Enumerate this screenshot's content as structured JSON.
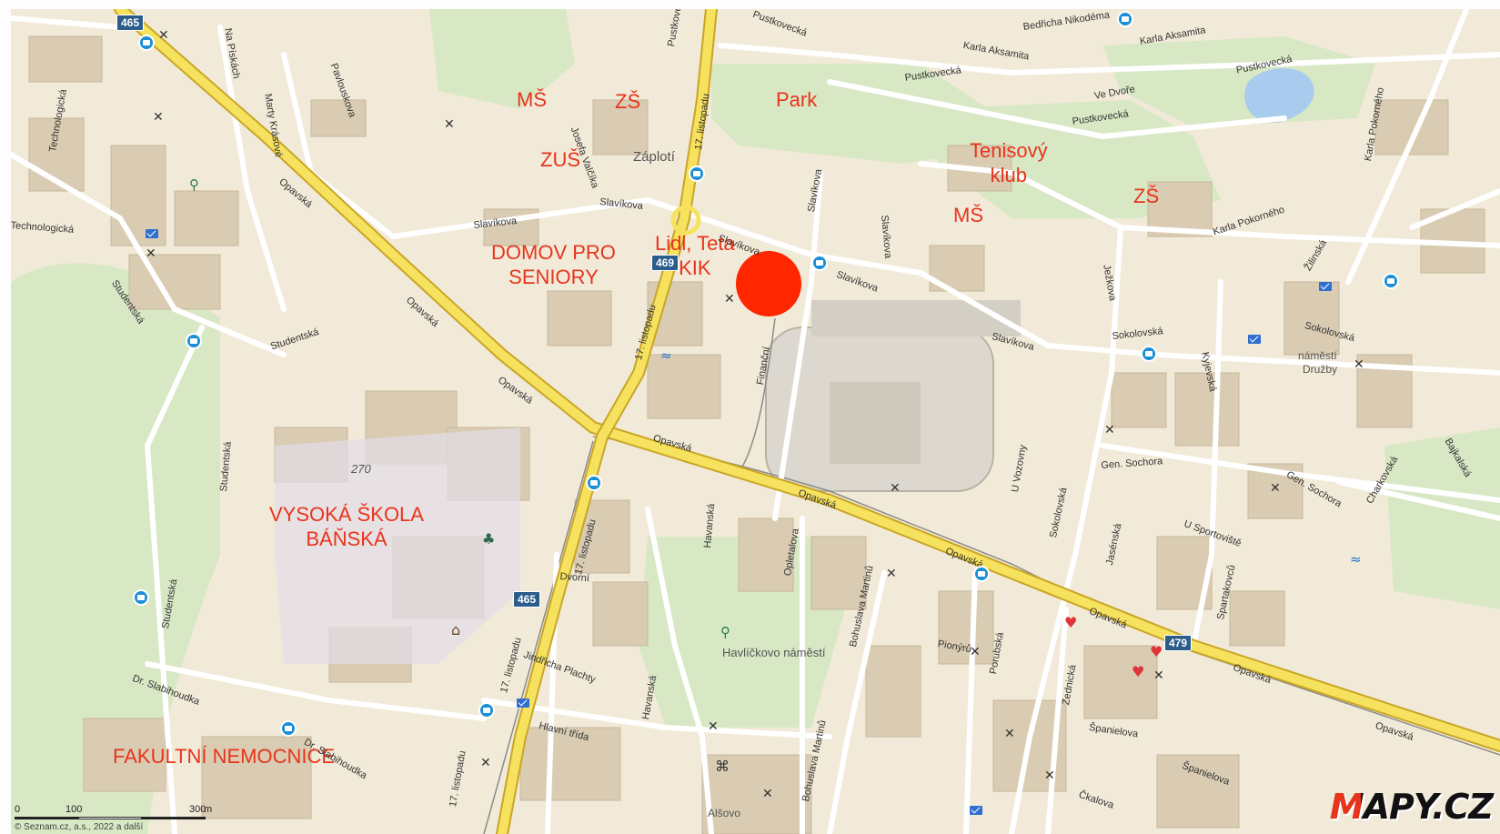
{
  "annotations": {
    "ms_top": "MŠ",
    "zs_top": "ZŠ",
    "zus": "ZUŠ",
    "park": "Park",
    "tenis_line1": "Tenisový",
    "tenis_line2": "klub",
    "ms_right": "MŠ",
    "zs_right": "ZŠ",
    "domov_line1": "DOMOV PRO",
    "domov_line2": "SENIORY",
    "lidl_line1": "Lidl, Teta",
    "lidl_line2": "KIK",
    "vsb_line1": "VYSOKÁ ŠKOLA",
    "vsb_line2": "BÁŇSKÁ",
    "fakultni": "FAKULTNÍ NEMOCNICE"
  },
  "places": {
    "zaploti": "Záplotí",
    "havlickovo": "Havlíčkovo náměstí",
    "namesti_druzby_1": "náměstí",
    "namesti_druzby_2": "Družby",
    "elevation": "270",
    "alsovo": "Alšovo"
  },
  "road_numbers": {
    "r465_top": "465",
    "r469": "469",
    "r465_bottom": "465",
    "r479": "479"
  },
  "streets": {
    "opavska": "Opavská",
    "listopadu": "17. listopadu",
    "slavikova": "Slavíkova",
    "studentska": "Studentská",
    "pustkovecka": "Pustkovecká",
    "karla_aksamita": "Karla Aksamita",
    "bedricha_nikodema": "Bedřicha Nikodéma",
    "ve_dvore": "Ve Dvoře",
    "karla_pokorneho": "Karla Pokorného",
    "sokolovska": "Sokolovská",
    "gen_sochora": "Gen. Sochora",
    "u_sportoviste": "U Sportoviště",
    "financni": "Finanční",
    "technologicka": "Technologická",
    "na_piskach": "Na Pískách",
    "marty_krasove": "Marty Krásové",
    "pavlouskova": "Pavlouskova",
    "josefa_valcika": "Josefa Valčíka",
    "dvorni": "Dvorní",
    "jindricha_plachty": "Jindřicha Plachty",
    "hlavni_trida": "Hlavní třída",
    "havanska": "Havanská",
    "opletalova": "Opletalova",
    "bohuslava_martinu": "Bohuslava Martinů",
    "pionyru": "Pionýrů",
    "porubska": "Porubská",
    "zednicka": "Zednická",
    "spanielova": "Španielova",
    "jaseiska": "Jasénská",
    "spartakovcu": "Spartakovců",
    "u_vozovny": "U Vozovny",
    "jezkova": "Ježkova",
    "kyjevska": "Kyjevská",
    "zilinska": "Žilinská",
    "dr_slabihoudka": "Dr. Slabihoudka",
    "charkovska": "Charkovská",
    "bajkalska": "Bajkalská",
    "cyklistu": "Čkalova"
  },
  "scale": {
    "label_0": "0",
    "label_100": "100",
    "label_300": "300",
    "unit": "m"
  },
  "copyright": "© Seznam.cz, a.s., 2022 a další",
  "logo": "MAPY.CZ",
  "colors": {
    "highlight_circle": "#ff2600",
    "annotation_red": "#e8341c",
    "main_road": "#f2dc4a",
    "bus_stop": "#1a8fd6",
    "road_number_bg": "#2b5c8a",
    "green": "#d8e8c4"
  },
  "icons": [
    "bus-stop-icon",
    "post-office-icon",
    "tram-stop-icon",
    "church-icon",
    "museum-icon",
    "pharmacy-icon",
    "hospital-icon",
    "playground-icon",
    "swimming-icon"
  ]
}
